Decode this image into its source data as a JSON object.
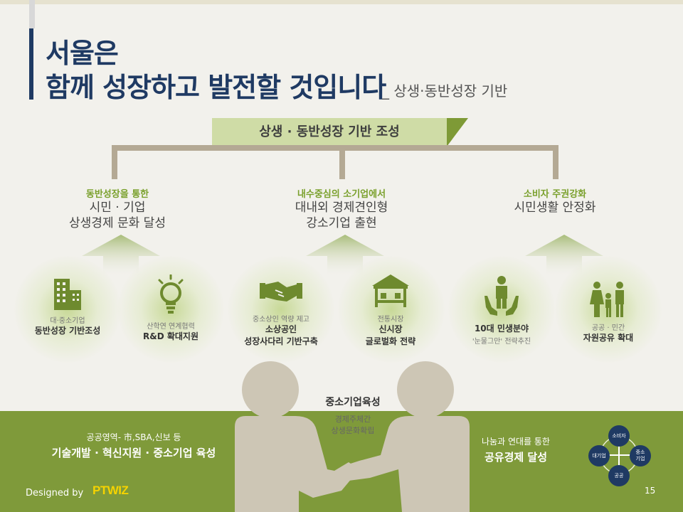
{
  "header": {
    "title_line1": "서울은",
    "title_line2": "함께 성장하고 발전할 것입니다",
    "subtitle": "_ 상생·동반성장 기반"
  },
  "banner": {
    "label": "상생 · 동반성장 기반 조성"
  },
  "objectives": [
    {
      "head": "동반성장을 통한",
      "line1": "시민 · 기업",
      "line2": "상생경제 문화 달성"
    },
    {
      "head": "내수중심의 소기업에서",
      "line1": "대내외 경제견인형",
      "line2": "강소기업 출현"
    },
    {
      "head": "소비자 주권강화",
      "line1": "시민생활 안정화",
      "line2": ""
    }
  ],
  "items": [
    {
      "icon": "building-icon",
      "small": "대·중소기업",
      "main1": "동반성장 기반조성",
      "main2": ""
    },
    {
      "icon": "lightbulb-icon",
      "small": "산학연 연계협력",
      "main1": "R&D 확대지원",
      "main2": ""
    },
    {
      "icon": "handshake-icon",
      "small": "중소상인 역량 제고",
      "main1": "소상공인",
      "main2": "성장사다리 기반구축"
    },
    {
      "icon": "market-stall-icon",
      "small": "전통시장",
      "main1": "신시장",
      "main2": "글로벌화 전략"
    },
    {
      "icon": "person-care-icon",
      "small": "",
      "main1": "10대 민생분야",
      "main2": "'눈물그만' 전략추진"
    },
    {
      "icon": "family-icon",
      "small": "공공 · 민간",
      "main1": "자원공유 확대",
      "main2": ""
    }
  ],
  "center": {
    "title": "중소기업육성",
    "line1": "경제주체간",
    "line2": "상생문화확립"
  },
  "footer": {
    "left_line1": "공공영역- 市,SBA,신보 등",
    "left_line2": "기술개발 · 혁신지원 · 중소기업 육성",
    "right_line1": "나눔과 연대를 통한",
    "right_line2": "공유경제 달성",
    "cycle": {
      "top": "소비자",
      "left": "대기업",
      "right": "중소\n기업",
      "bottom": "공공"
    },
    "designed_by": "Designed by",
    "brand": "PTWIZ",
    "page": "15"
  },
  "colors": {
    "navy": "#1f3a63",
    "green": "#7f9a3a",
    "light_green": "#cfdca6",
    "accent_green": "#7aa02c",
    "beige": "#b4a994",
    "hand": "#cdc6b5"
  }
}
